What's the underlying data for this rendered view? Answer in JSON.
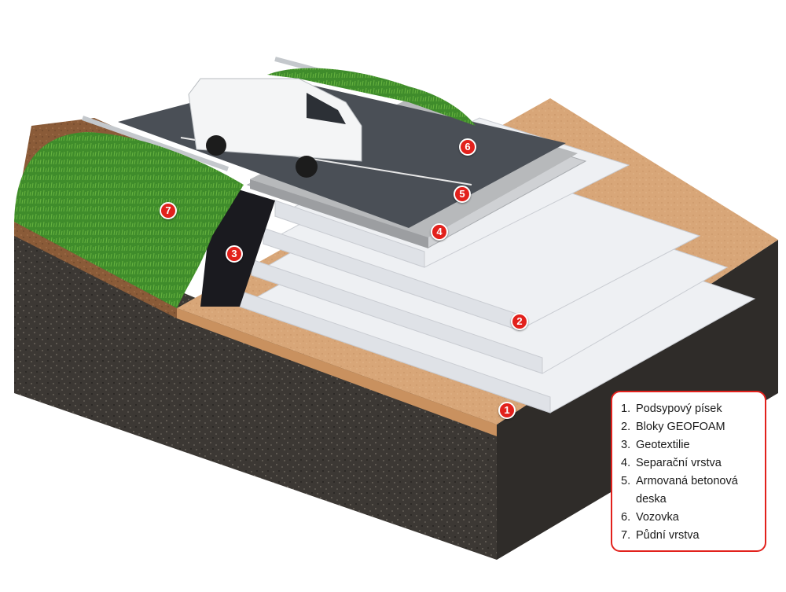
{
  "markers": [
    {
      "id": "1",
      "label": "1"
    },
    {
      "id": "2",
      "label": "2"
    },
    {
      "id": "3",
      "label": "3"
    },
    {
      "id": "4",
      "label": "4"
    },
    {
      "id": "5",
      "label": "5"
    },
    {
      "id": "6",
      "label": "6"
    },
    {
      "id": "7",
      "label": "7"
    }
  ],
  "legend": {
    "items": [
      {
        "num": "1.",
        "text": "Podsypový písek"
      },
      {
        "num": "2.",
        "text": "Bloky GEOFOAM"
      },
      {
        "num": "3.",
        "text": "Geotextilie"
      },
      {
        "num": "4.",
        "text": "Separační vrstva"
      },
      {
        "num": "5.",
        "text": "Armovaná betonová deska"
      },
      {
        "num": "6.",
        "text": "Vozovka"
      },
      {
        "num": "7.",
        "text": "Půdní vrstva"
      }
    ]
  },
  "colors": {
    "accent": "#e2211c",
    "sand": "#d9a77a",
    "geofoam": "#eef0f3",
    "geotextile": "#1a1a1f",
    "asphalt": "#4a4f56",
    "grass": "#3d8a2a",
    "soil": "#8a5b38",
    "ground": "#3e3a36"
  }
}
